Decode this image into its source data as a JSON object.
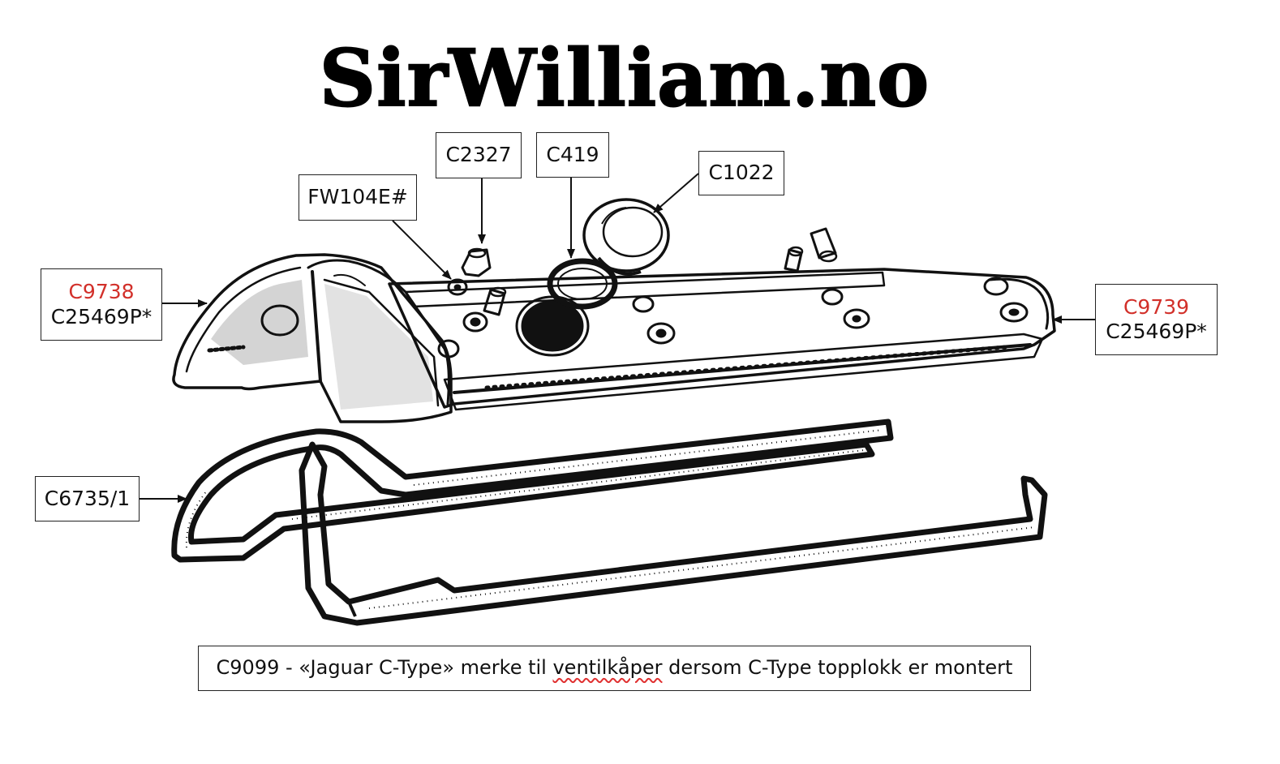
{
  "site_title": "SirWilliam.no",
  "parts": {
    "c2327": "C2327",
    "c419": "C419",
    "c1022": "C1022",
    "fw104e": "FW104E#",
    "c9738_red": "C9738",
    "c9738_alt": "C25469P*",
    "c9739_red": "C9739",
    "c9739_alt": "C25469P*",
    "c6735": "C6735/1"
  },
  "caption": {
    "before": "C9099 - «Jaguar C-Type» merke til ",
    "flagged_word": "ventilkåper",
    "after": " dersom C-Type topplokk er montert"
  },
  "colors": {
    "highlight_part": "#d2302a",
    "border": "#222222",
    "line_art": "#111111",
    "spellcheck": "#e03030"
  }
}
